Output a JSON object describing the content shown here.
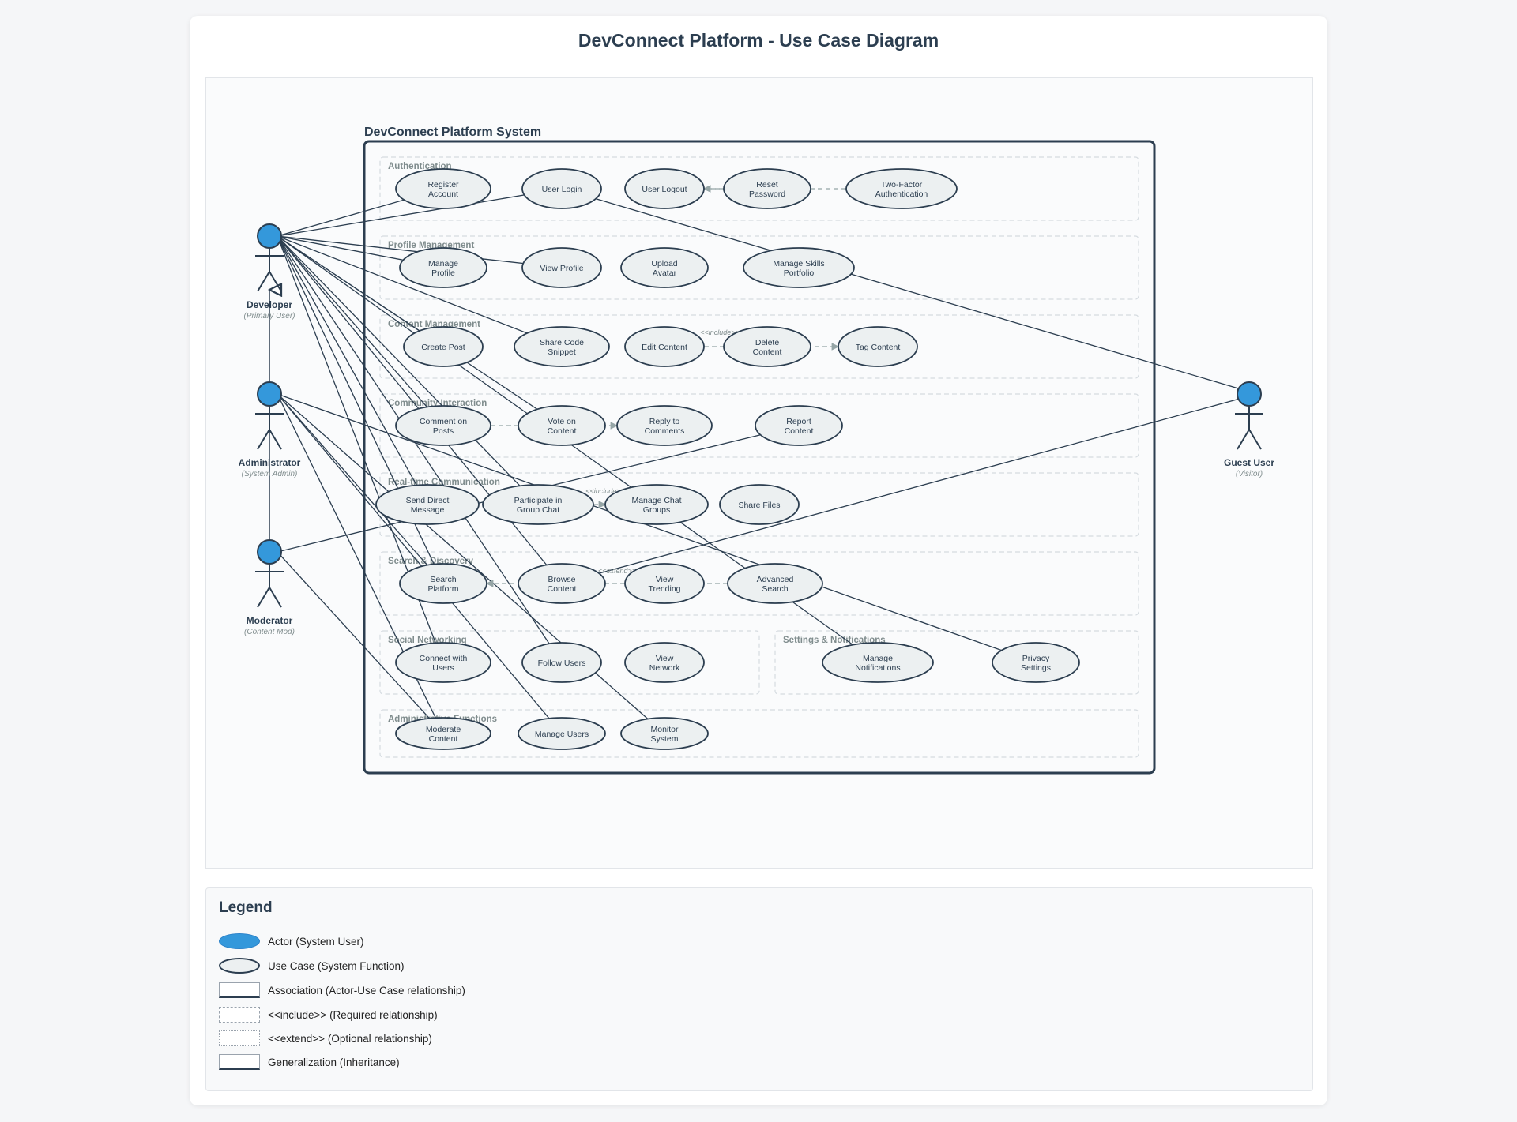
{
  "title": "DevConnect Platform - Use Case Diagram",
  "system_label": "DevConnect Platform System",
  "actors": [
    {
      "id": "developer",
      "name": "Developer",
      "role": "(Primary User)"
    },
    {
      "id": "administrator",
      "name": "Administrator",
      "role": "(System Admin)"
    },
    {
      "id": "moderator",
      "name": "Moderator",
      "role": "(Content Mod)"
    },
    {
      "id": "guest",
      "name": "Guest User",
      "role": "(Visitor)"
    }
  ],
  "packages": [
    {
      "id": "auth",
      "name": "Authentication"
    },
    {
      "id": "profile",
      "name": "Profile Management"
    },
    {
      "id": "content",
      "name": "Content Management"
    },
    {
      "id": "community",
      "name": "Community Interaction"
    },
    {
      "id": "realtime",
      "name": "Real-time Communication"
    },
    {
      "id": "search",
      "name": "Search & Discovery"
    },
    {
      "id": "social",
      "name": "Social Networking"
    },
    {
      "id": "settings",
      "name": "Settings & Notifications"
    },
    {
      "id": "admin",
      "name": "Administrative Functions"
    }
  ],
  "use_cases": [
    {
      "id": "register",
      "lines": [
        "Register",
        "Account"
      ]
    },
    {
      "id": "login",
      "lines": [
        "User Login"
      ]
    },
    {
      "id": "logout",
      "lines": [
        "User Logout"
      ]
    },
    {
      "id": "reset",
      "lines": [
        "Reset",
        "Password"
      ]
    },
    {
      "id": "twofa",
      "lines": [
        "Two-Factor",
        "Authentication"
      ]
    },
    {
      "id": "manage_profile",
      "lines": [
        "Manage",
        "Profile"
      ]
    },
    {
      "id": "view_profile",
      "lines": [
        "View Profile"
      ]
    },
    {
      "id": "upload_avatar",
      "lines": [
        "Upload",
        "Avatar"
      ]
    },
    {
      "id": "skills",
      "lines": [
        "Manage Skills",
        "Portfolio"
      ]
    },
    {
      "id": "create_post",
      "lines": [
        "Create Post"
      ]
    },
    {
      "id": "share_code",
      "lines": [
        "Share Code",
        "Snippet"
      ]
    },
    {
      "id": "edit_content",
      "lines": [
        "Edit Content"
      ]
    },
    {
      "id": "delete_content",
      "lines": [
        "Delete",
        "Content"
      ]
    },
    {
      "id": "tag_content",
      "lines": [
        "Tag Content"
      ]
    },
    {
      "id": "comment",
      "lines": [
        "Comment on",
        "Posts"
      ]
    },
    {
      "id": "vote",
      "lines": [
        "Vote on",
        "Content"
      ]
    },
    {
      "id": "reply",
      "lines": [
        "Reply to",
        "Comments"
      ]
    },
    {
      "id": "report",
      "lines": [
        "Report",
        "Content"
      ]
    },
    {
      "id": "send_dm",
      "lines": [
        "Send Direct",
        "Message"
      ]
    },
    {
      "id": "group_chat",
      "lines": [
        "Participate in",
        "Group Chat"
      ]
    },
    {
      "id": "manage_groups",
      "lines": [
        "Manage Chat",
        "Groups"
      ]
    },
    {
      "id": "share_files",
      "lines": [
        "Share Files"
      ]
    },
    {
      "id": "search_platform",
      "lines": [
        "Search",
        "Platform"
      ]
    },
    {
      "id": "browse",
      "lines": [
        "Browse",
        "Content"
      ]
    },
    {
      "id": "trending",
      "lines": [
        "View",
        "Trending"
      ]
    },
    {
      "id": "adv_search",
      "lines": [
        "Advanced",
        "Search"
      ]
    },
    {
      "id": "connect",
      "lines": [
        "Connect with",
        "Users"
      ]
    },
    {
      "id": "follow",
      "lines": [
        "Follow Users"
      ]
    },
    {
      "id": "view_network",
      "lines": [
        "View",
        "Network"
      ]
    },
    {
      "id": "notifications",
      "lines": [
        "Manage",
        "Notifications"
      ]
    },
    {
      "id": "privacy",
      "lines": [
        "Privacy",
        "Settings"
      ]
    },
    {
      "id": "moderate",
      "lines": [
        "Moderate",
        "Content"
      ]
    },
    {
      "id": "manage_users",
      "lines": [
        "Manage Users"
      ]
    },
    {
      "id": "monitor",
      "lines": [
        "Monitor",
        "System"
      ]
    }
  ],
  "relations": [
    {
      "id": "r_include_logout",
      "label": "<<include>>"
    },
    {
      "id": "r_extend_logout",
      "label": "<<extend>>"
    },
    {
      "id": "r_include_delete",
      "label": "<<include>>"
    },
    {
      "id": "r_include_vote",
      "label": "<<include>>"
    },
    {
      "id": "r_include_chat",
      "label": "<<include>>"
    },
    {
      "id": "r_extend_trending",
      "label": "<<extend>>"
    }
  ],
  "legend": {
    "title": "Legend",
    "items": [
      {
        "kind": "actor",
        "label": "Actor (System User)"
      },
      {
        "kind": "usecase",
        "label": "Use Case (System Function)"
      },
      {
        "kind": "assoc",
        "label": "Association (Actor-Use Case relationship)"
      },
      {
        "kind": "include",
        "label": "<<include>> (Required relationship)"
      },
      {
        "kind": "extend",
        "label": "<<extend>> (Optional relationship)"
      },
      {
        "kind": "gen",
        "label": "Generalization (Inheritance)"
      }
    ]
  },
  "colors": {
    "actor_fill": "#3498db",
    "usecase_fill": "#ecf0f1",
    "stroke": "#2c3e50",
    "dashed": "#95a5a6",
    "package_label": "#7f8c8d"
  }
}
